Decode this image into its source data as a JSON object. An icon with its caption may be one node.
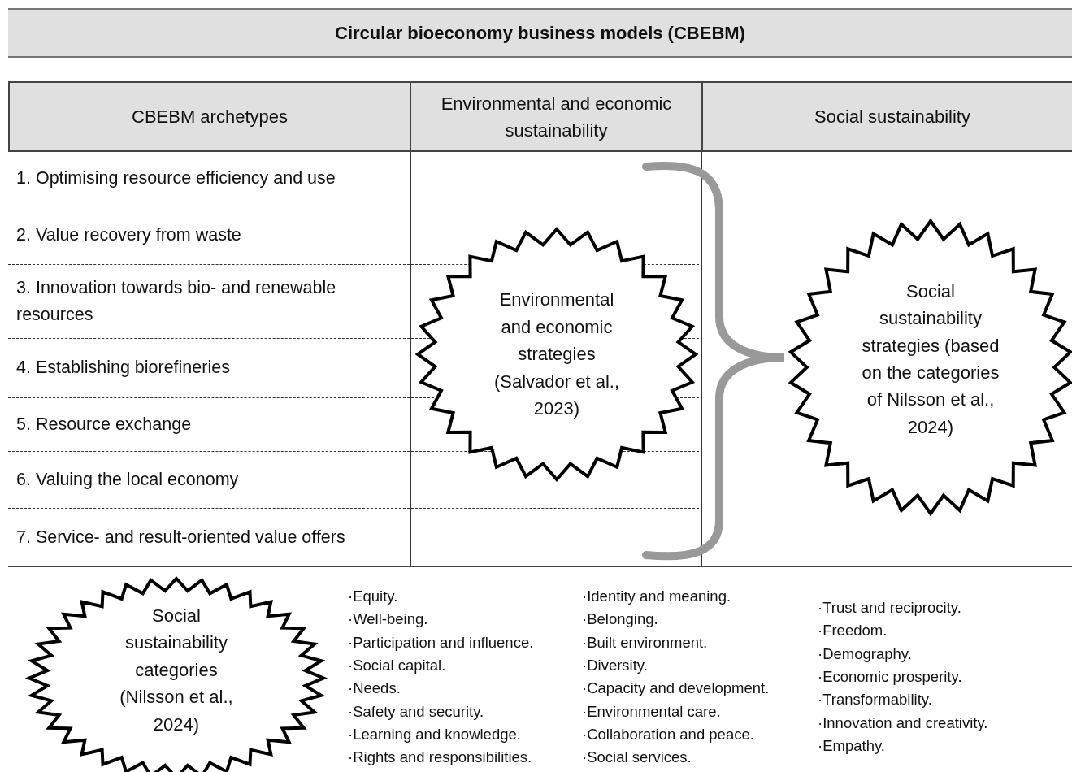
{
  "diagram": {
    "nodes": [
      {
        "text": [
          "Circular bioeconomy business models (CBEBM)"
        ]
      },
      {
        "text": [
          "CBEBM archetypes"
        ]
      },
      {
        "text": [
          "Environmental and economic sustainability"
        ]
      },
      {
        "text": [
          "Social sustainability"
        ]
      },
      {
        "text": [
          "1. Optimising resource efficiency and use"
        ]
      },
      {
        "text": [
          "2. Value recovery from waste"
        ]
      },
      {
        "text": [
          "3. Innovation towards bio- and renewable resources"
        ]
      },
      {
        "text": [
          "4. Establishing biorefineries"
        ]
      },
      {
        "text": [
          "5. Resource exchange"
        ]
      },
      {
        "text": [
          "6. Valuing the local economy"
        ]
      },
      {
        "text": [
          "7. Service- and result-oriented value offers"
        ]
      },
      {
        "text": [
          "Environmental and economic strategies (Salvador et al., 2023)"
        ]
      },
      {
        "text": [
          "Social sustainability strategies (based on the categories of Nilsson et al., 2024)"
        ]
      },
      {
        "text": [
          "Social sustainability categories (Nilsson et al., 2024)"
        ]
      }
    ],
    "labels": [
      "·Equity.",
      "·Well-being.",
      "·Participation and influence.",
      "·Social capital.",
      "·Needs.",
      "·Safety and security.",
      "·Learning and knowledge.",
      "·Rights and responsibilities.",
      "·Identity and meaning.",
      "·Belonging.",
      "·Built environment.",
      "·Diversity.",
      "·Capacity and development.",
      "·Environmental care.",
      "·Collaboration and peace.",
      "·Social services.",
      "·Trust and reciprocity.",
      "·Freedom.",
      "·Demography.",
      "·Economic prosperity.",
      "·Transformability.",
      "·Innovation and creativity.",
      "·Empathy."
    ]
  }
}
